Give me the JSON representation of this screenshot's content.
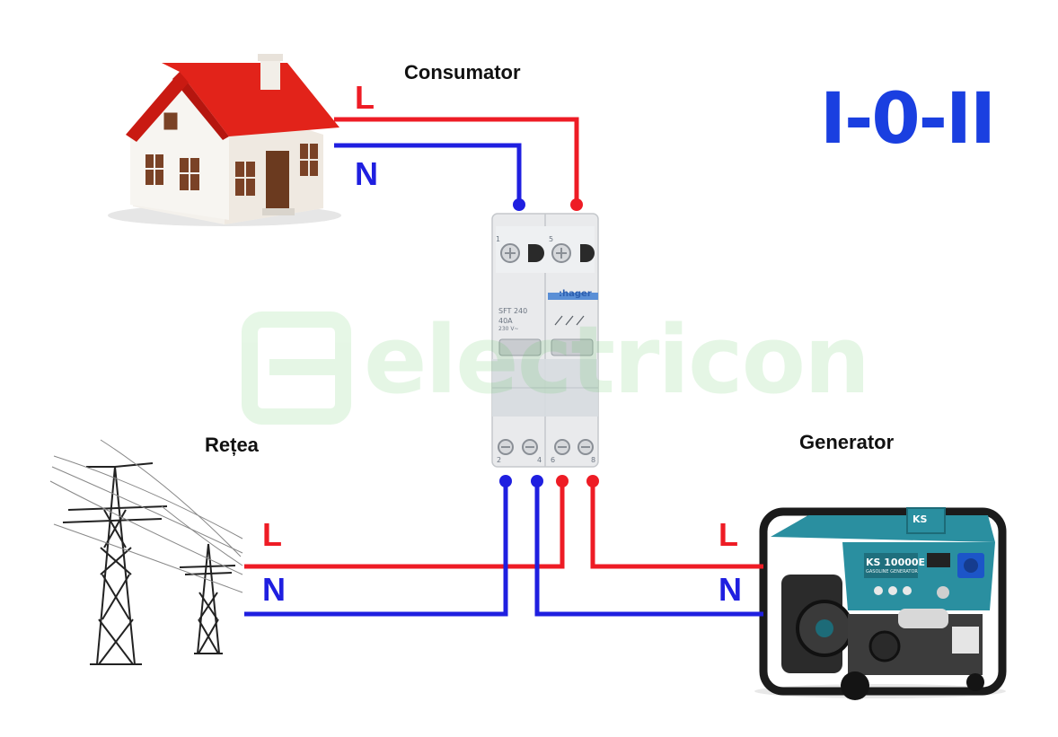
{
  "title": "I-0-II",
  "labels": {
    "consumer": "Consumator",
    "grid": "Rețea",
    "generator": "Generator"
  },
  "wire_letters": {
    "consumer_L": "L",
    "consumer_N": "N",
    "grid_L": "L",
    "grid_N": "N",
    "generator_L": "L",
    "generator_N": "N"
  },
  "switch_device": {
    "brand": ":hager",
    "model": "SFT 240",
    "rating": "40A",
    "voltage": "230 V~",
    "terminals_top": [
      "1",
      "5"
    ],
    "terminals_bottom": [
      "2",
      "4",
      "6",
      "8"
    ]
  },
  "generator_device": {
    "brand": "KS",
    "model": "KS 10000E",
    "subtitle": "GASOLINE GENERATOR"
  },
  "watermark": {
    "text": "electricon"
  },
  "colors": {
    "live": "#ee1c25",
    "neutral": "#1f1fe0",
    "title": "#1a3fe0",
    "watermark": "#3fbf3f",
    "roof": "#e2231a",
    "generator_body": "#2a8fa0"
  }
}
